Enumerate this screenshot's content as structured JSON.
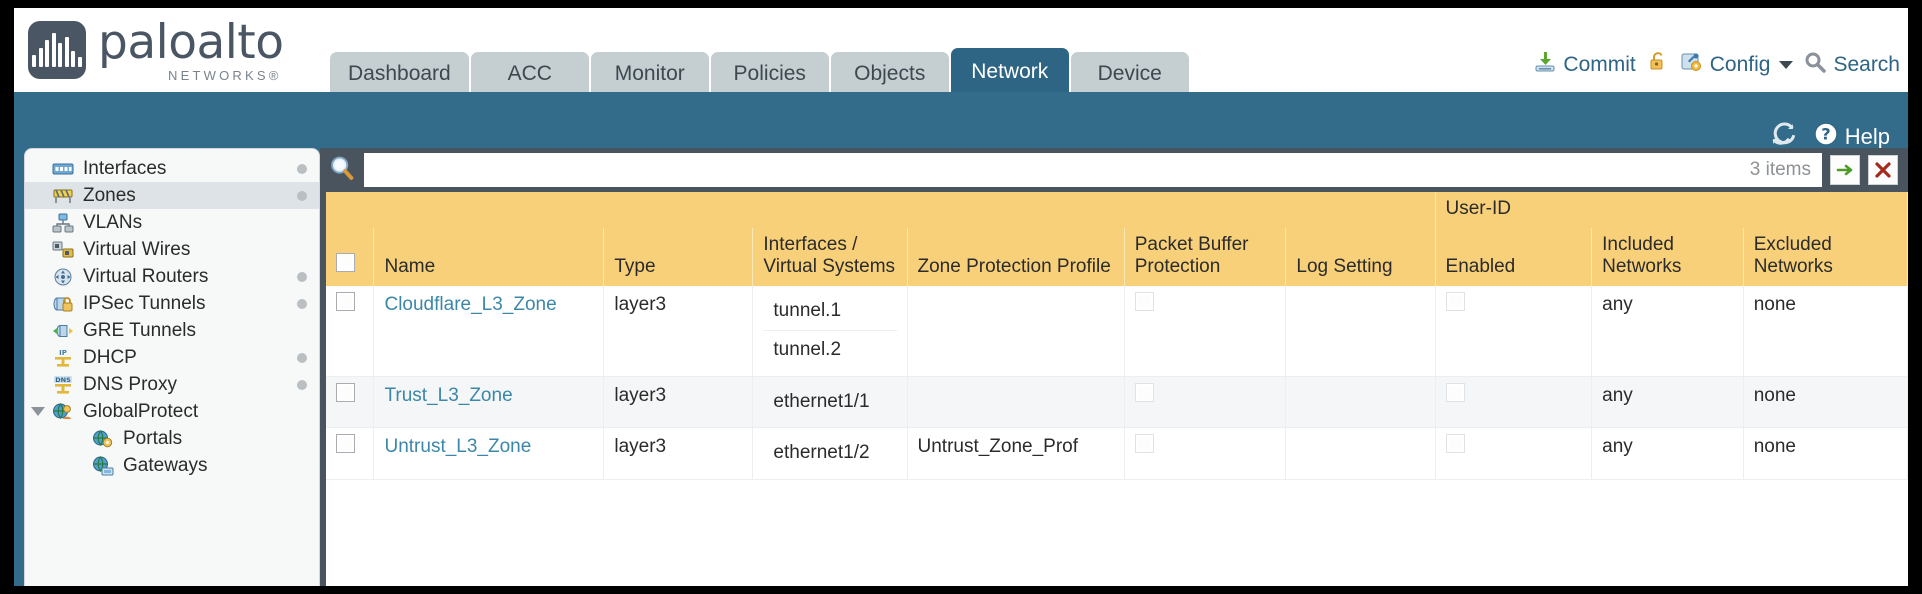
{
  "brand": {
    "name": "paloalto",
    "tagline": "NETWORKS",
    "registered": "®"
  },
  "tabs": [
    {
      "label": "Dashboard",
      "active": false
    },
    {
      "label": "ACC",
      "active": false
    },
    {
      "label": "Monitor",
      "active": false
    },
    {
      "label": "Policies",
      "active": false
    },
    {
      "label": "Objects",
      "active": false
    },
    {
      "label": "Network",
      "active": true
    },
    {
      "label": "Device",
      "active": false
    }
  ],
  "header_actions": {
    "commit": "Commit",
    "config": "Config",
    "search": "Search"
  },
  "blue_bar": {
    "help": "Help"
  },
  "sidebar": {
    "items": [
      {
        "label": "Interfaces",
        "icon": "interfaces-icon",
        "selected": false,
        "dot": true,
        "child": false,
        "twisty": false
      },
      {
        "label": "Zones",
        "icon": "zones-icon",
        "selected": true,
        "dot": true,
        "child": false,
        "twisty": false
      },
      {
        "label": "VLANs",
        "icon": "vlans-icon",
        "selected": false,
        "dot": false,
        "child": false,
        "twisty": false
      },
      {
        "label": "Virtual Wires",
        "icon": "virtual-wires-icon",
        "selected": false,
        "dot": false,
        "child": false,
        "twisty": false
      },
      {
        "label": "Virtual Routers",
        "icon": "virtual-routers-icon",
        "selected": false,
        "dot": true,
        "child": false,
        "twisty": false
      },
      {
        "label": "IPSec Tunnels",
        "icon": "ipsec-tunnels-icon",
        "selected": false,
        "dot": true,
        "child": false,
        "twisty": false
      },
      {
        "label": "GRE Tunnels",
        "icon": "gre-tunnels-icon",
        "selected": false,
        "dot": false,
        "child": false,
        "twisty": false
      },
      {
        "label": "DHCP",
        "icon": "dhcp-icon",
        "selected": false,
        "dot": true,
        "child": false,
        "twisty": false
      },
      {
        "label": "DNS Proxy",
        "icon": "dns-proxy-icon",
        "selected": false,
        "dot": true,
        "child": false,
        "twisty": false
      },
      {
        "label": "GlobalProtect",
        "icon": "globalprotect-icon",
        "selected": false,
        "dot": false,
        "child": false,
        "twisty": true
      },
      {
        "label": "Portals",
        "icon": "portals-icon",
        "selected": false,
        "dot": false,
        "child": true,
        "twisty": false
      },
      {
        "label": "Gateways",
        "icon": "gateways-icon",
        "selected": false,
        "dot": false,
        "child": true,
        "twisty": false
      }
    ]
  },
  "search": {
    "value": "",
    "placeholder": "",
    "items_count": "3 items",
    "apply_icon": "green-arrow-right-icon",
    "clear_icon": "red-x-icon"
  },
  "table": {
    "group_header": "User-ID",
    "columns": [
      "Name",
      "Type",
      "Interfaces / Virtual Systems",
      "Zone Protection Profile",
      "Packet Buffer Protection",
      "Log Setting",
      "Enabled",
      "Included Networks",
      "Excluded Networks"
    ],
    "rows": [
      {
        "selected": false,
        "name": "Cloudflare_L3_Zone",
        "type": "layer3",
        "interfaces": [
          "tunnel.1",
          "tunnel.2"
        ],
        "zone_protection_profile": "",
        "packet_buffer_protection": false,
        "log_setting": "",
        "userid_enabled": false,
        "included_networks": "any",
        "excluded_networks": "none"
      },
      {
        "selected": false,
        "name": "Trust_L3_Zone",
        "type": "layer3",
        "interfaces": [
          "ethernet1/1"
        ],
        "zone_protection_profile": "",
        "packet_buffer_protection": false,
        "log_setting": "",
        "userid_enabled": false,
        "included_networks": "any",
        "excluded_networks": "none"
      },
      {
        "selected": false,
        "name": "Untrust_L3_Zone",
        "type": "layer3",
        "interfaces": [
          "ethernet1/2"
        ],
        "zone_protection_profile": "Untrust_Zone_Prof",
        "packet_buffer_protection": false,
        "log_setting": "",
        "userid_enabled": false,
        "included_networks": "any",
        "excluded_networks": "none"
      }
    ]
  },
  "colors": {
    "brand_slate": "#4a5663",
    "tab_active": "#2e6484",
    "tab_inactive": "#c5cfd1",
    "body_blue": "#336b8b",
    "panel_dark": "#49545e",
    "table_header": "#f7d079",
    "group_header": "#e0ad38",
    "link": "#3b87a8"
  }
}
